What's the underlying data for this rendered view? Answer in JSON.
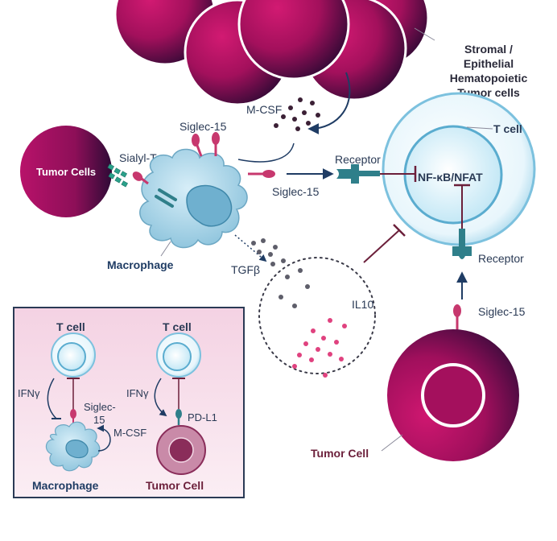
{
  "labels": {
    "stromal_line1": "Stromal /",
    "stromal_line2": "Epithelial",
    "stromal_line3": "Hematopoietic",
    "stromal_line4": "Tumor cells",
    "mcsf": "M-CSF",
    "siglec15_top": "Siglec-15",
    "sialyl_tn": "Sialyl-Tn",
    "tumor_cells": "Tumor Cells",
    "siglec15_right": "Siglec-15",
    "receptor_top": "Receptor",
    "tcell_main": "T cell",
    "nfkb": "NF-κB/NFAT",
    "macrophage": "Macrophage",
    "tgfb": "TGFβ",
    "il10": "IL10",
    "receptor_right": "Receptor",
    "siglec15_bottom": "Siglec-15",
    "tumor_cell": "Tumor Cell"
  },
  "inset": {
    "tcell_left": "T cell",
    "tcell_right": "T cell",
    "ifng_left": "IFNγ",
    "ifng_right": "IFNγ",
    "siglec_line1": "Siglec-",
    "siglec_line2": "15",
    "mcsf": "M-CSF",
    "pdl1": "PD-L1",
    "macrophage": "Macrophage",
    "tumor_cell": "Tumor Cell"
  },
  "colors": {
    "tumor_magenta": "#b0125f",
    "tumor_dark": "#3a0a38",
    "macrophage_fill": "#a9d4e8",
    "tcell_fill": "#d9f0fa",
    "receptor_teal": "#2f7f8a",
    "siglec_pink": "#c7386e",
    "navy": "#1f3c64",
    "inset_bg": "#f6dbe8"
  }
}
